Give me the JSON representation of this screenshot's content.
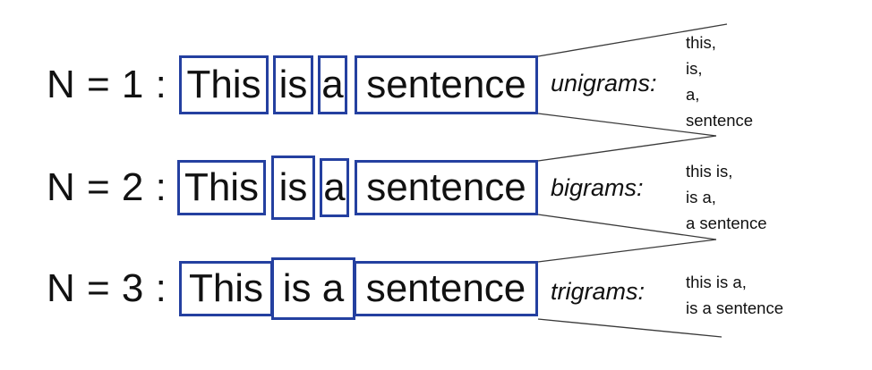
{
  "colors": {
    "box_border": "#2440A0",
    "connector_line": "#3a3a3a",
    "background": "#ffffff",
    "text": "#111111"
  },
  "rows": [
    {
      "n_label": "N = 1 :",
      "type_label": "unigrams:",
      "tokens": [
        "This",
        "is",
        "a",
        "sentence"
      ],
      "ngrams": [
        "this,",
        "is,",
        "a,",
        "sentence"
      ]
    },
    {
      "n_label": "N = 2 :",
      "type_label": "bigrams:",
      "tokens": [
        "This",
        "is",
        "a",
        "sentence"
      ],
      "ngrams": [
        "this is,",
        "is a,",
        "a sentence"
      ]
    },
    {
      "n_label": "N = 3 :",
      "type_label": "trigrams:",
      "tokens": [
        "This",
        "is a",
        "sentence"
      ],
      "ngrams": [
        "this is a,",
        "is a sentence"
      ]
    }
  ]
}
